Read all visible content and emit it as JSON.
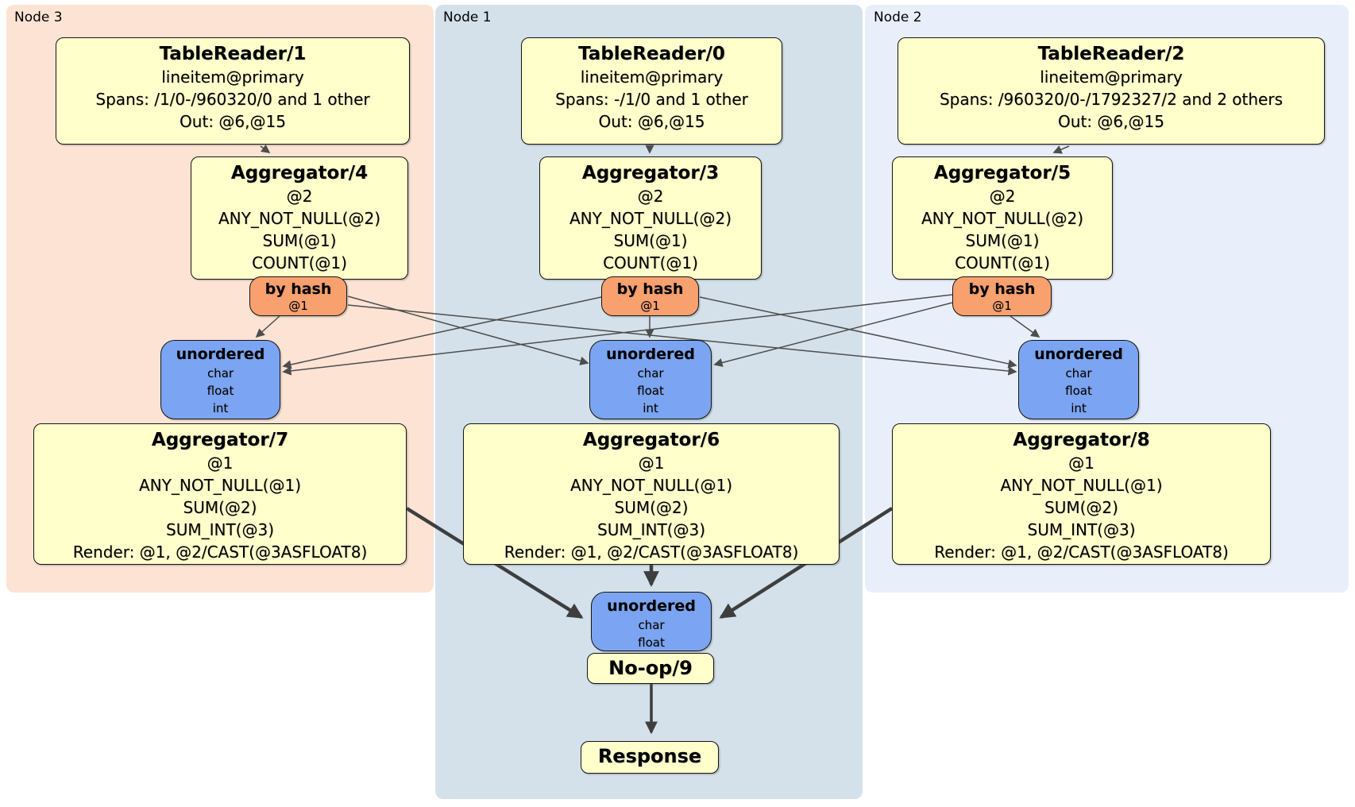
{
  "node_groups": {
    "node3": {
      "label": "Node 3",
      "bg": "#fce3d3"
    },
    "node1": {
      "label": "Node 1",
      "bg": "#d4e1ea"
    },
    "node2": {
      "label": "Node 2",
      "bg": "#e9effa"
    }
  },
  "colors": {
    "processor_fill": "#ffffcc",
    "router_fill": "#f8a16f",
    "sync_fill": "#7ba5f2",
    "edge": "#4d4d4d"
  },
  "processors": {
    "tablereader1": {
      "title": "TableReader/1",
      "lines": [
        "lineitem@primary",
        "Spans: /1/0-/960320/0 and 1 other",
        "Out: @6,@15"
      ]
    },
    "tablereader0": {
      "title": "TableReader/0",
      "lines": [
        "lineitem@primary",
        "Spans: -/1/0 and 1 other",
        "Out: @6,@15"
      ]
    },
    "tablereader2": {
      "title": "TableReader/2",
      "lines": [
        "lineitem@primary",
        "Spans: /960320/0-/1792327/2 and 2 others",
        "Out: @6,@15"
      ]
    },
    "aggregator4": {
      "title": "Aggregator/4",
      "lines": [
        "@2",
        "ANY_NOT_NULL(@2)",
        "SUM(@1)",
        "COUNT(@1)"
      ]
    },
    "aggregator3": {
      "title": "Aggregator/3",
      "lines": [
        "@2",
        "ANY_NOT_NULL(@2)",
        "SUM(@1)",
        "COUNT(@1)"
      ]
    },
    "aggregator5": {
      "title": "Aggregator/5",
      "lines": [
        "@2",
        "ANY_NOT_NULL(@2)",
        "SUM(@1)",
        "COUNT(@1)"
      ]
    },
    "aggregator7": {
      "title": "Aggregator/7",
      "lines": [
        "@1",
        "ANY_NOT_NULL(@1)",
        "SUM(@2)",
        "SUM_INT(@3)",
        "Render: @1, @2/CAST(@3ASFLOAT8)"
      ]
    },
    "aggregator6": {
      "title": "Aggregator/6",
      "lines": [
        "@1",
        "ANY_NOT_NULL(@1)",
        "SUM(@2)",
        "SUM_INT(@3)",
        "Render: @1, @2/CAST(@3ASFLOAT8)"
      ]
    },
    "aggregator8": {
      "title": "Aggregator/8",
      "lines": [
        "@1",
        "ANY_NOT_NULL(@1)",
        "SUM(@2)",
        "SUM_INT(@3)",
        "Render: @1, @2/CAST(@3ASFLOAT8)"
      ]
    },
    "noop9": {
      "title": "No-op/9"
    },
    "response": {
      "title": "Response"
    }
  },
  "routers": {
    "node3": {
      "title": "by hash",
      "key": "@1"
    },
    "node1": {
      "title": "by hash",
      "key": "@1"
    },
    "node2": {
      "title": "by hash",
      "key": "@1"
    }
  },
  "syncs": {
    "node3": {
      "title": "unordered",
      "streams": [
        "char",
        "float",
        "int"
      ]
    },
    "node1": {
      "title": "unordered",
      "streams": [
        "char",
        "float",
        "int"
      ]
    },
    "node2": {
      "title": "unordered",
      "streams": [
        "char",
        "float",
        "int"
      ]
    },
    "final": {
      "title": "unordered",
      "streams": [
        "char",
        "float"
      ]
    }
  },
  "edges": [
    {
      "from": "TableReader/1",
      "to": "Aggregator/4"
    },
    {
      "from": "TableReader/0",
      "to": "Aggregator/3"
    },
    {
      "from": "TableReader/2",
      "to": "Aggregator/5"
    },
    {
      "from": "Aggregator/4 by hash",
      "to": "unordered node3"
    },
    {
      "from": "Aggregator/4 by hash",
      "to": "unordered node1"
    },
    {
      "from": "Aggregator/4 by hash",
      "to": "unordered node2"
    },
    {
      "from": "Aggregator/3 by hash",
      "to": "unordered node3"
    },
    {
      "from": "Aggregator/3 by hash",
      "to": "unordered node1"
    },
    {
      "from": "Aggregator/3 by hash",
      "to": "unordered node2"
    },
    {
      "from": "Aggregator/5 by hash",
      "to": "unordered node3"
    },
    {
      "from": "Aggregator/5 by hash",
      "to": "unordered node1"
    },
    {
      "from": "Aggregator/5 by hash",
      "to": "unordered node2"
    },
    {
      "from": "Aggregator/7",
      "to": "unordered final"
    },
    {
      "from": "Aggregator/6",
      "to": "unordered final"
    },
    {
      "from": "Aggregator/8",
      "to": "unordered final"
    },
    {
      "from": "No-op/9",
      "to": "Response"
    }
  ]
}
